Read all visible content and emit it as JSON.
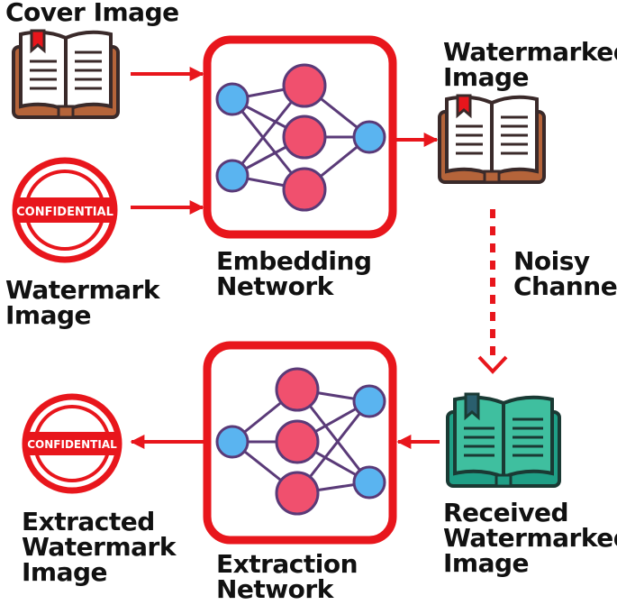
{
  "labels": {
    "cover": "Cover Image",
    "watermark": "Watermark\nImage",
    "embedding": "Embedding\nNetwork",
    "watermarked": "Watermarked\nImage",
    "noisy": "Noisy\nChannel",
    "received": "Received\nWatermarked\nImage",
    "extraction": "Extraction\nNetwork",
    "extracted": "Extracted\nWatermark\nImage"
  },
  "stamp_text": "CONFIDENTIAL",
  "colors": {
    "accent": "#e8161c",
    "node_pink": "#f0506e",
    "node_blue": "#5ab4f0",
    "edge": "#5a3a78",
    "book_brown": "#b5643a",
    "book_green": "#1f9f86"
  }
}
